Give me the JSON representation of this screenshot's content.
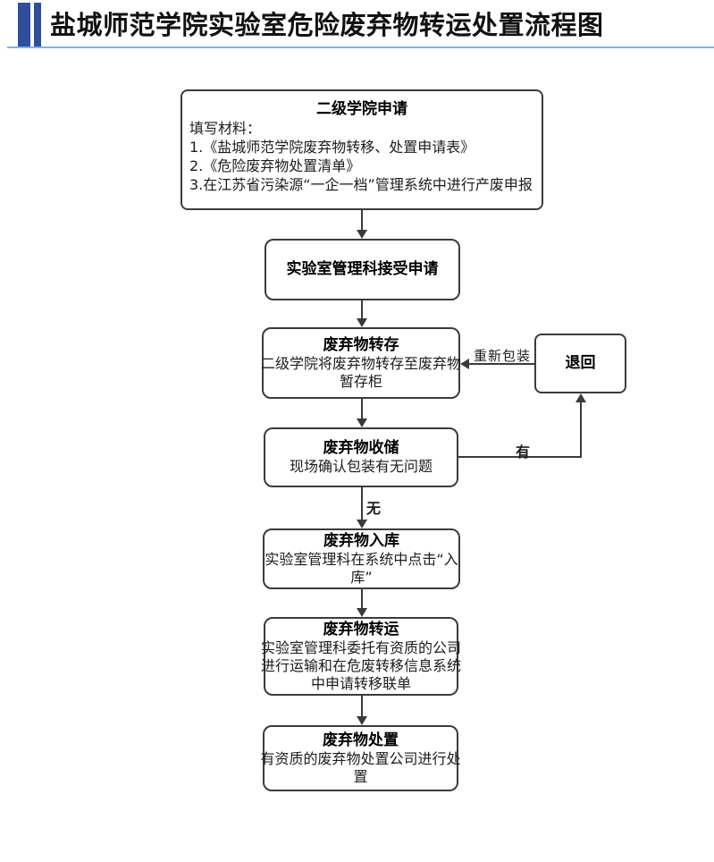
{
  "header": {
    "title": "盐城师范学院实验室危险废弃物转运处置流程图",
    "accent_color": "#2F4E9C",
    "rule_color": "#7FB2E5"
  },
  "flowchart": {
    "line_color": "#3B3B3B",
    "boxes": [
      {
        "title": "二级学院申请",
        "lines": [
          "填写材料：",
          "1.《盐城师范学院废弃物转移、处置申请表》",
          "2.《危险废弃物处置清单》",
          "3.在江苏省污染源“一企一档”管理系统中进行产废申报"
        ]
      },
      {
        "title": "实验室管理科接受申请",
        "lines": []
      },
      {
        "title": "废弃物转存",
        "lines": [
          "二级学院将废弃物转存至废弃物",
          "暂存柜"
        ]
      },
      {
        "title": "废弃物收储",
        "lines": [
          "现场确认包装有无问题"
        ]
      },
      {
        "title": "废弃物入库",
        "lines": [
          "实验室管理科在系统中点击“入",
          "库”"
        ]
      },
      {
        "title": "废弃物转运",
        "lines": [
          "实验室管理科委托有资质的公司",
          "进行运输和在危废转移信息系统",
          "中申请转移联单"
        ]
      },
      {
        "title": "废弃物处置",
        "lines": [
          "有资质的废弃物处置公司进行处",
          "置"
        ]
      }
    ],
    "return_box": {
      "title": "退回"
    },
    "labels": {
      "repack": "重新包装",
      "yes": "有",
      "no": "无"
    }
  }
}
